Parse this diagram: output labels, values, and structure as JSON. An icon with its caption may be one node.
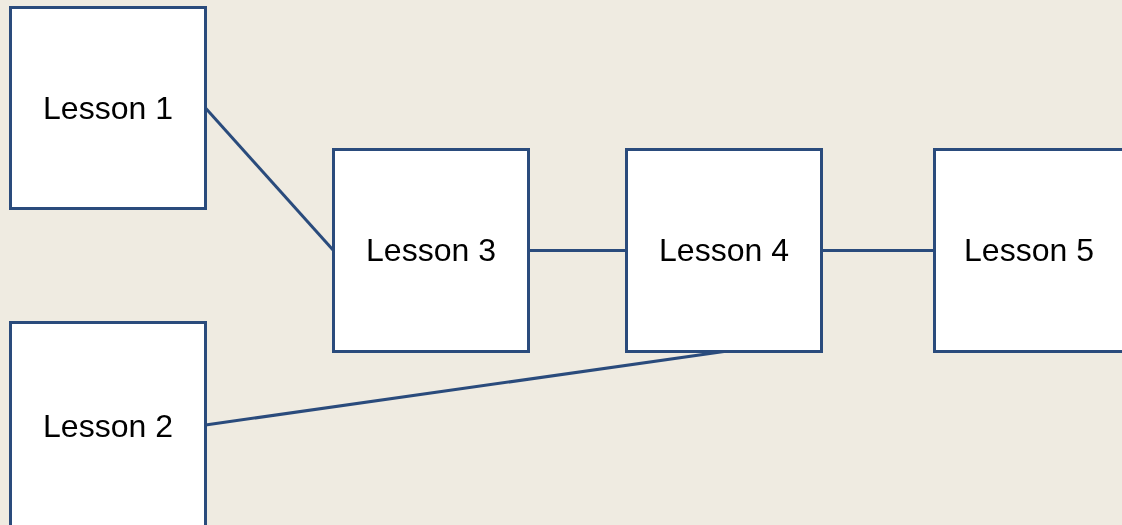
{
  "diagram": {
    "nodes": [
      {
        "text": [
          "Lesson 1"
        ]
      },
      {
        "text": [
          "Lesson 2"
        ]
      },
      {
        "text": [
          "Lesson 3"
        ]
      },
      {
        "text": [
          "Lesson 4"
        ]
      },
      {
        "text": [
          "Lesson 5"
        ]
      }
    ],
    "edges": [
      {
        "from": 0,
        "to": 2,
        "arrow": "none"
      },
      {
        "from": 2,
        "to": 3,
        "arrow": "none"
      },
      {
        "from": 3,
        "to": 4,
        "arrow": "none"
      },
      {
        "from": 1,
        "to": 3,
        "arrow": "none"
      }
    ]
  }
}
